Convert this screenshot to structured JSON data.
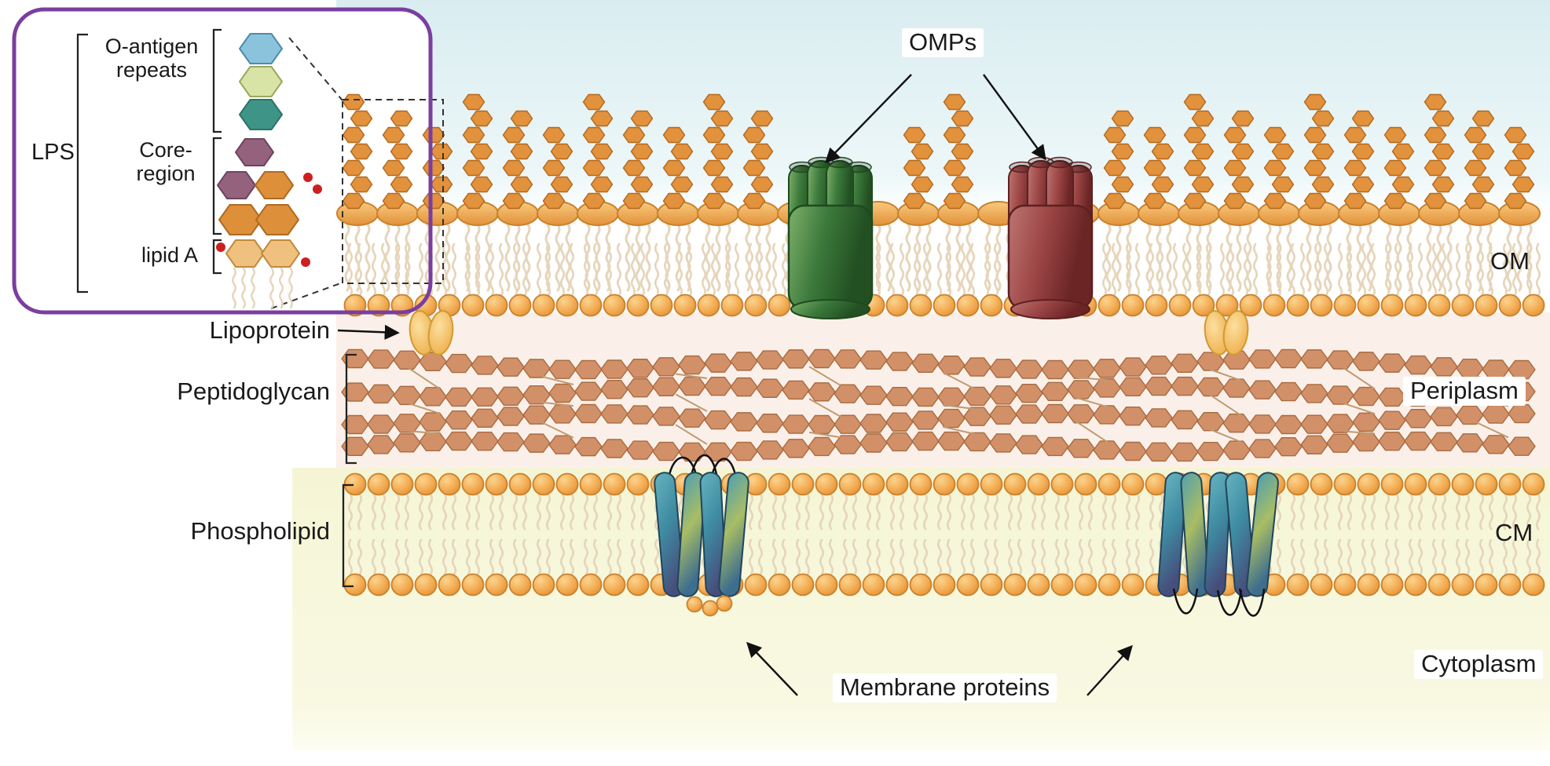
{
  "inset": {
    "lps_label": "LPS",
    "o_antigen_line1": "O-antigen",
    "o_antigen_line2": "repeats",
    "core_line1": "Core-",
    "core_line2": "region",
    "lipid_a_label": "lipid A"
  },
  "labels": {
    "omps": "OMPs",
    "om": "OM",
    "lipoprotein": "Lipoprotein",
    "peptidoglycan": "Peptidoglycan",
    "periplasm": "Periplasm",
    "phospholipid": "Phospholipid",
    "cm": "CM",
    "cytoplasm": "Cytoplasm",
    "membrane_proteins": "Membrane proteins"
  },
  "colors": {
    "inset_border": "#7a3ea0",
    "o_antigen_hex": "#e2913c",
    "o_antigen_stroke": "#b5681c",
    "peptidoglycan_hex": "#d29068",
    "peptidoglycan_stroke": "#a86a40",
    "head_stroke": "#c9812c",
    "tail": "#e6d5ba",
    "omp_green_stroke": "#1e4a1e",
    "omp_red_stroke": "#5c2020",
    "helix_stroke": "#20455c",
    "phosphate_dot": "#cc2020",
    "hex_blue": "#8cc3dc",
    "hex_blue_stroke": "#4d8cab",
    "hex_green": "#d8e3a6",
    "hex_green_stroke": "#9aa85c",
    "hex_teal": "#3f9488",
    "hex_teal_stroke": "#2c7265",
    "hex_mauve": "#95627e",
    "hex_mauve_stroke": "#6d4460",
    "hex_orange": "#dd8f3a",
    "hex_orange_stroke": "#b06a20",
    "hex_lipidA": "#efc07e",
    "hex_lipidA_stroke": "#c08a3c",
    "lipoprotein_stroke": "#cf9a33",
    "annotation": "#111111",
    "bracket": "#222222"
  }
}
